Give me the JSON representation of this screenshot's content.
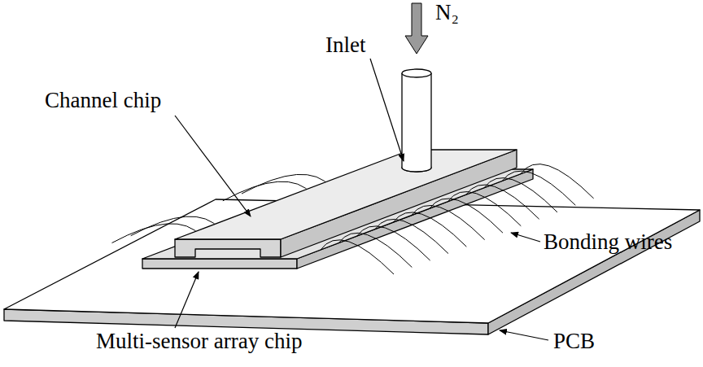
{
  "diagram": {
    "labels": [
      "N₂",
      "Inlet",
      "Channel chip",
      "Bonding wires",
      "Multi-sensor array chip",
      "PCB"
    ]
  }
}
